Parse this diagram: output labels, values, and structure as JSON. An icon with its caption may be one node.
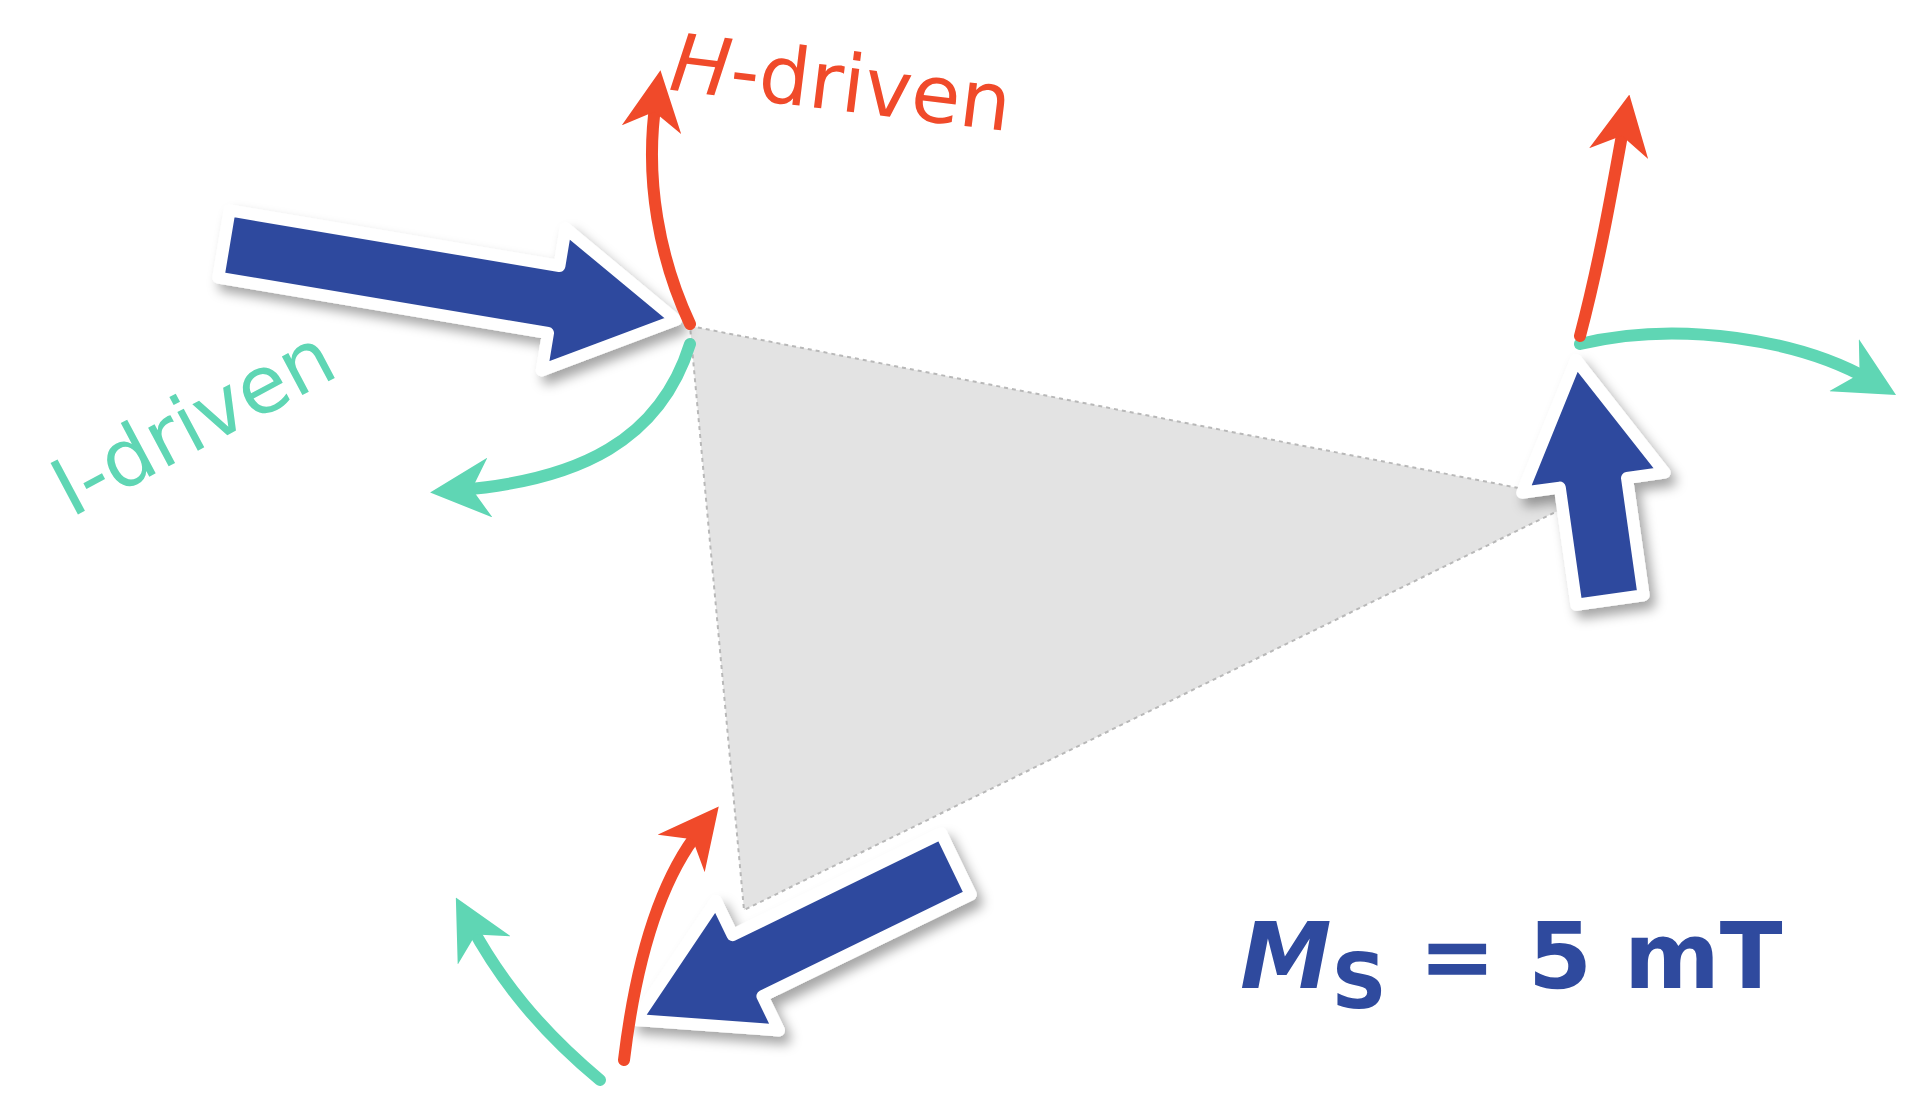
{
  "diagram": {
    "labels": [
      "*H*-driven",
      "I-driven",
      "*M*$_{S}$ = 5 mT"
    ]
  }
}
